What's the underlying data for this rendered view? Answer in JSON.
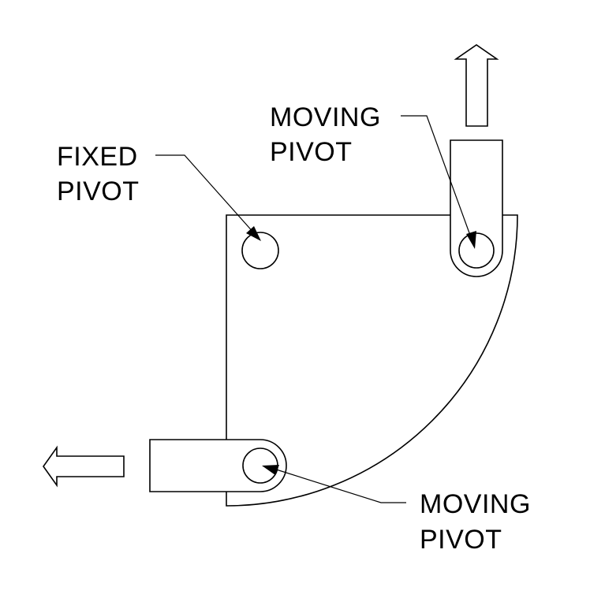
{
  "labels": {
    "fixed_pivot": {
      "line1": "FIXED",
      "line2": "PIVOT"
    },
    "moving_pivot_top": {
      "line1": "MOVING",
      "line2": "PIVOT"
    },
    "moving_pivot_bottom": {
      "line1": "MOVING",
      "line2": "PIVOT"
    }
  },
  "colors": {
    "line": "#000000",
    "background": "#ffffff"
  }
}
